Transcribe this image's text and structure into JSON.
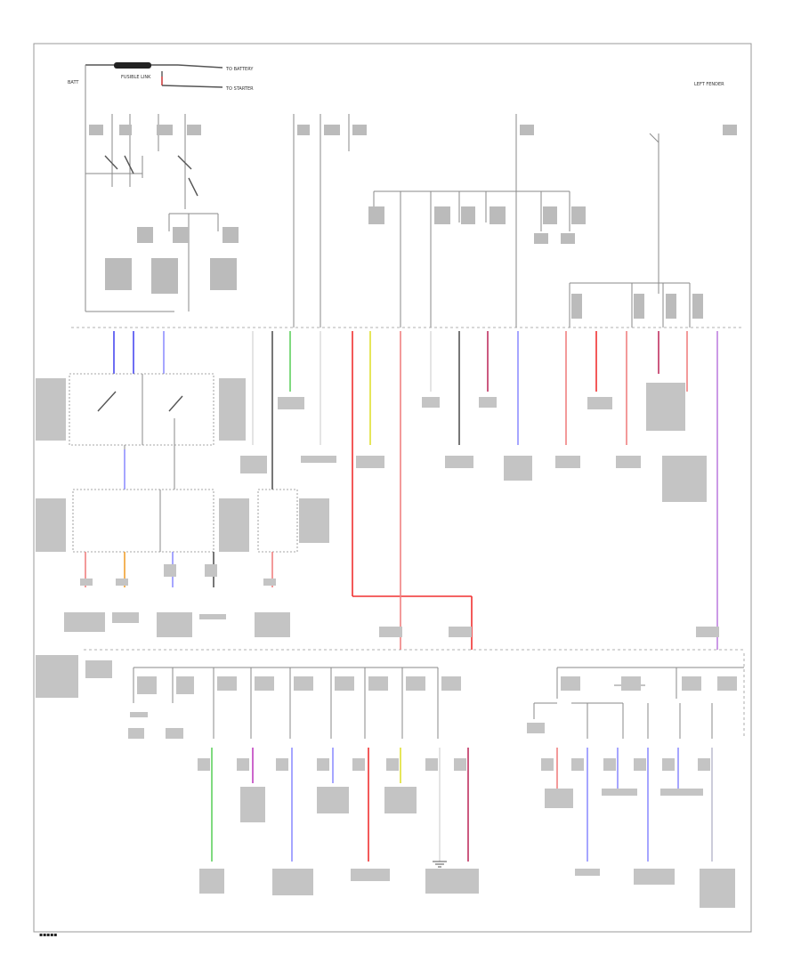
{
  "diagram": {
    "bottom_tag": "▪▪▪▪▪",
    "top_fuse_block": {
      "battery_label": "BATT",
      "fusible_link": "FUSIBLE LINK",
      "to_battery": "TO BATTERY",
      "to_starter": "TO STARTER"
    },
    "header_note": "LEFT FENDER"
  },
  "colors": {
    "blue": "#4a4af0",
    "red": "#f03030",
    "pink": "#f08080",
    "orange": "#f0a030",
    "green": "#60d060",
    "yellow": "#e0e030",
    "purple": "#c040c0",
    "lightblue": "#9090ff",
    "gray": "#8a8a8a"
  }
}
